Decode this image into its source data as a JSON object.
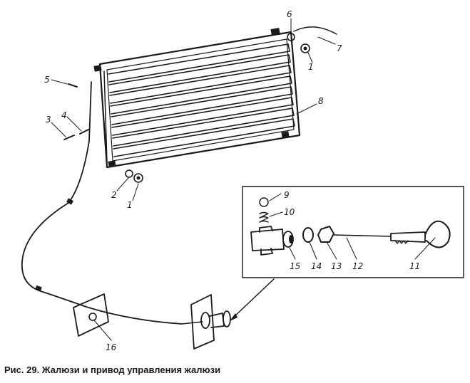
{
  "figure": {
    "caption": "Рис. 29. Жалюзи и привод управления жалюзи"
  },
  "callouts": {
    "c1a": "1",
    "c1b": "1",
    "c2": "2",
    "c3": "3",
    "c4": "4",
    "c5": "5",
    "c6": "6",
    "c7": "7",
    "c8": "8",
    "c9": "9",
    "c10": "10",
    "c11": "11",
    "c12": "12",
    "c13": "13",
    "c14": "14",
    "c15": "15",
    "c16": "16"
  }
}
